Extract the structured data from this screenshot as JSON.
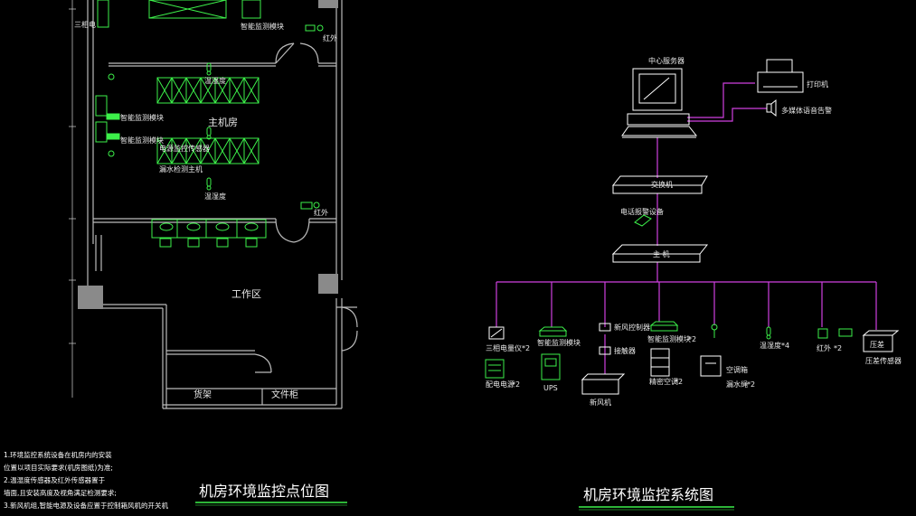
{
  "floorplan": {
    "title": "机房环境监控点位图",
    "rooms": {
      "main_room": "主机房",
      "work_area": "工作区"
    },
    "labels": {
      "three_phase_top": "三相电",
      "smart_unit_top": "智能监测模块",
      "infrared_top": "红外",
      "infrared_mid": "红外",
      "temp_hum_1": "温湿度",
      "smart_unit_left": "智能监测模块",
      "smart_unit_left2": "智能监测模块",
      "power_sensor": "电源监控传感器",
      "leak_host": "漏水检测主机",
      "temp_hum_2": "温湿度",
      "cabinet": "货架",
      "file_cabinet": "文件柜"
    },
    "notes": [
      "1.环境监控系统设备在机房内的安装",
      "位置以项目实际要求(机房图纸)为准;",
      "2.温湿度传感器及红外传感器置于",
      "墙面,且安装高度及视角满足检测要求;",
      "3.新风机组,智能电源及设备应置于控制箱风机的开关机"
    ]
  },
  "system": {
    "title": "机房环境监控系统图",
    "center_server": "中心服务器",
    "printer": "打印机",
    "alarm": "多媒体语音告警",
    "switch": "交换机",
    "phone_alarm": "电话报警设备",
    "host": "主 机",
    "devices": {
      "three_phase": "三相电量仪",
      "three_phase_count": "*2",
      "smart_power": "智能监测模块",
      "ups": "UPS",
      "power_meter": "配电电源",
      "power_meter_count": "*2",
      "fresh_air_ctrl": "新风控制器",
      "fresh_air_sensor": "接触器",
      "fresh_air": "新风机",
      "smart_ac_module": "智能监测模块",
      "smart_ac_count": "*2",
      "precision_ac": "精密空调",
      "precision_ac_count": "*2",
      "ac_label": "空调箱",
      "leak": "漏水绳",
      "leak_count": "*2",
      "temp_hum": "温湿度",
      "temp_hum_count": "*4",
      "infrared": "红外",
      "infrared_count": "*2",
      "leak_detector": "压差",
      "leak_detector_label": "压差传感器"
    }
  },
  "colors": {
    "green": "#3cf04a",
    "magenta": "#d040e0",
    "white": "#ffffff",
    "grey_wall": "#aaaaaa",
    "background": "#000000"
  }
}
